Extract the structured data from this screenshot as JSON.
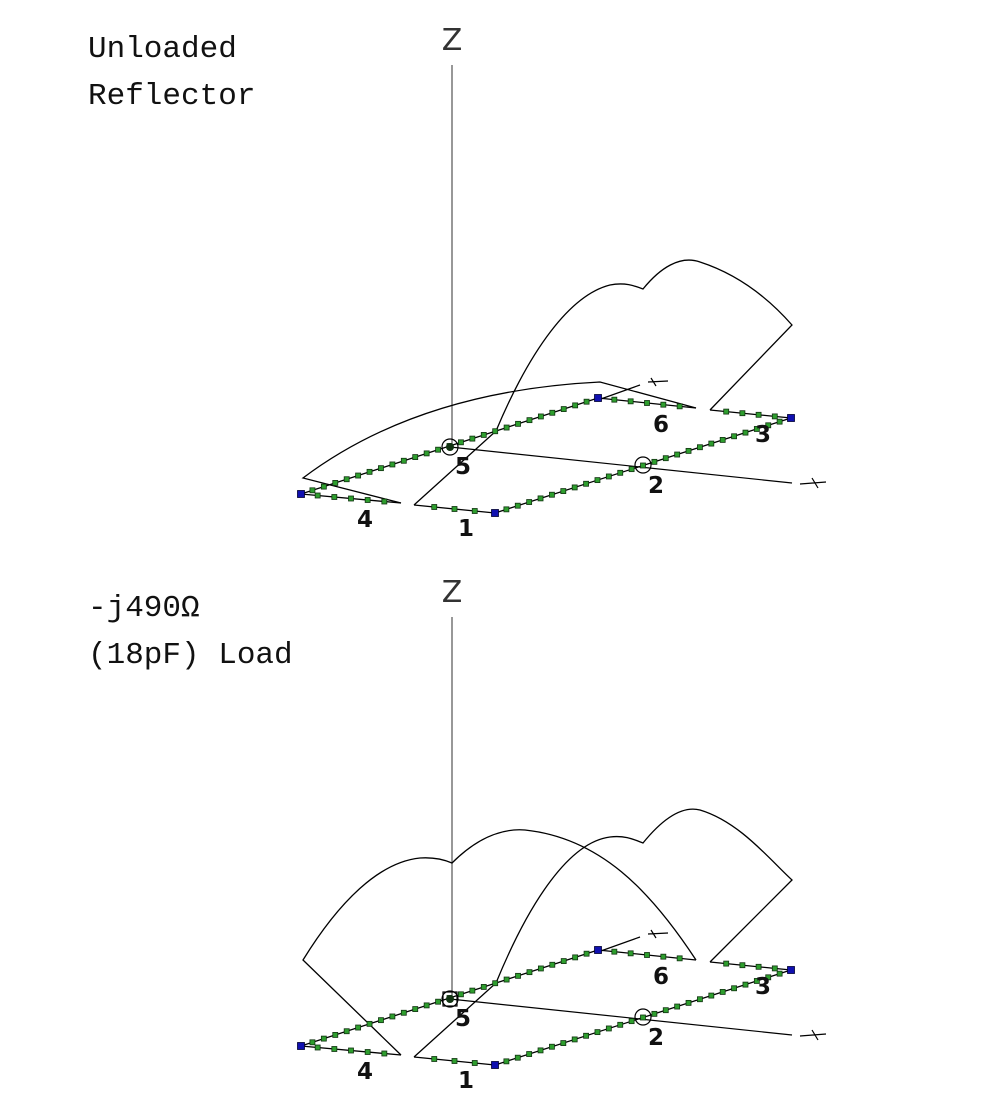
{
  "panels": [
    {
      "caption_line1": "Unloaded",
      "caption_line2": "Reflector",
      "z_label": "Z",
      "x_label": "X",
      "y_label": "Y",
      "wire_labels": [
        "1",
        "2",
        "3",
        "4",
        "5",
        "6"
      ],
      "pattern": "unloaded"
    },
    {
      "caption_line1": "-j490Ω",
      "caption_line2": "(18pF) Load",
      "z_label": "Z",
      "x_label": "X",
      "y_label": "Y",
      "wire_labels": [
        "1",
        "2",
        "3",
        "4",
        "5",
        "6"
      ],
      "pattern": "loaded"
    }
  ],
  "colors": {
    "segment": "#2e9e2e",
    "wire_end": "#1010b0",
    "line": "#000000",
    "axis": "#777777"
  }
}
